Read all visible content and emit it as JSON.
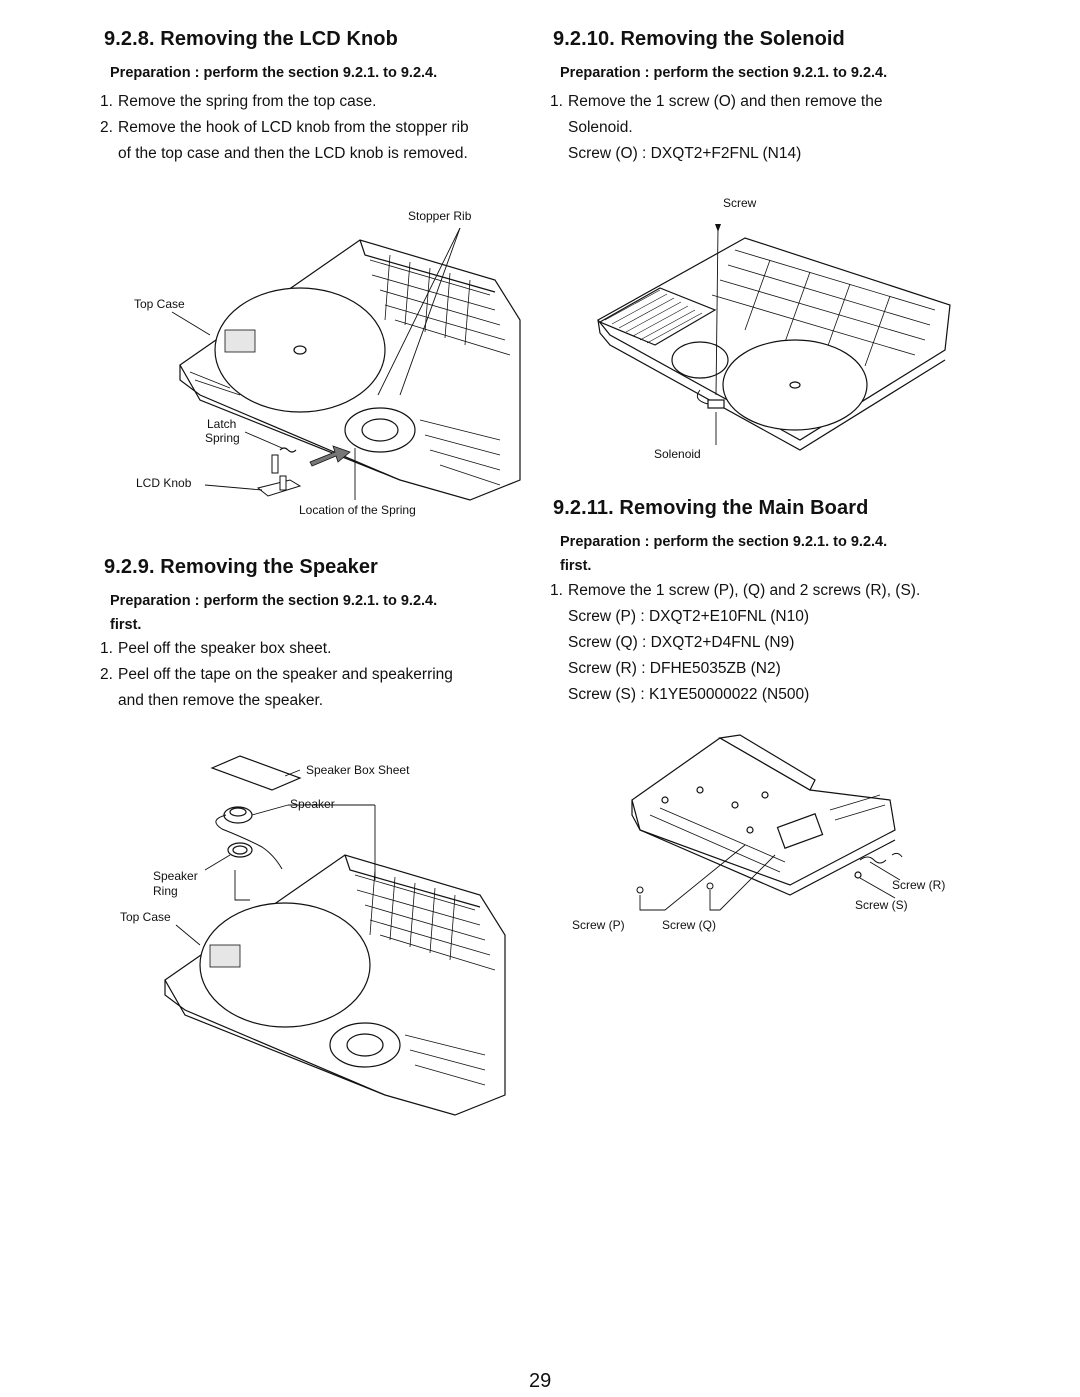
{
  "sections": {
    "lcd_knob": {
      "heading": "9.2.8.  Removing the LCD Knob",
      "prep": "Preparation : perform the section 9.2.1. to 9.2.4.",
      "steps": [
        {
          "num": "1.",
          "text": "Remove the spring from the top case."
        },
        {
          "num": "2.",
          "text": "Remove the hook of LCD knob from the stopper rib",
          "cont": "of the top case and then the LCD knob is removed."
        }
      ],
      "labels": {
        "stopper_rib": "Stopper Rib",
        "top_case": "Top Case",
        "latch": "Latch",
        "spring": "Spring",
        "lcd_knob": "LCD Knob",
        "location_spring": "Location of the Spring"
      }
    },
    "speaker": {
      "heading": "9.2.9.  Removing the Speaker",
      "prep_line1": "Preparation : perform the section 9.2.1. to 9.2.4.",
      "prep_line2": "first.",
      "steps": [
        {
          "num": "1.",
          "text": "Peel off the speaker box sheet."
        },
        {
          "num": "2.",
          "text": "Peel off the tape on the speaker and speakerring",
          "cont": "and then remove the speaker."
        }
      ],
      "labels": {
        "speaker_box_sheet": "Speaker Box Sheet",
        "speaker": "Speaker",
        "speaker_ring_1": "Speaker",
        "speaker_ring_2": "Ring",
        "top_case": "Top Case"
      }
    },
    "solenoid": {
      "heading": "9.2.10.  Removing the Solenoid",
      "prep": "Preparation : perform the section 9.2.1. to 9.2.4.",
      "steps": [
        {
          "num": "1.",
          "text": "Remove the 1 screw (O) and then remove the",
          "cont": "Solenoid."
        }
      ],
      "screw_o": "Screw (O) : DXQT2+F2FNL (N14)",
      "labels": {
        "screw": "Screw",
        "solenoid": "Solenoid"
      }
    },
    "main_board": {
      "heading": "9.2.11.  Removing the Main Board",
      "prep_line1": "Preparation : perform the section 9.2.1. to 9.2.4.",
      "prep_line2": "first.",
      "steps": [
        {
          "num": "1.",
          "text": "Remove the 1 screw (P), (Q) and 2 screws (R), (S)."
        }
      ],
      "screws": [
        "Screw (P) : DXQT2+E10FNL (N10)",
        "Screw (Q) : DXQT2+D4FNL (N9)",
        "Screw (R) : DFHE5035ZB (N2)",
        "Screw (S) : K1YE50000022 (N500)"
      ],
      "labels": {
        "screw_r": "Screw (R)",
        "screw_s": "Screw (S)",
        "screw_p": "Screw (P)",
        "screw_q": "Screw (Q)"
      }
    }
  },
  "page_number": "29"
}
